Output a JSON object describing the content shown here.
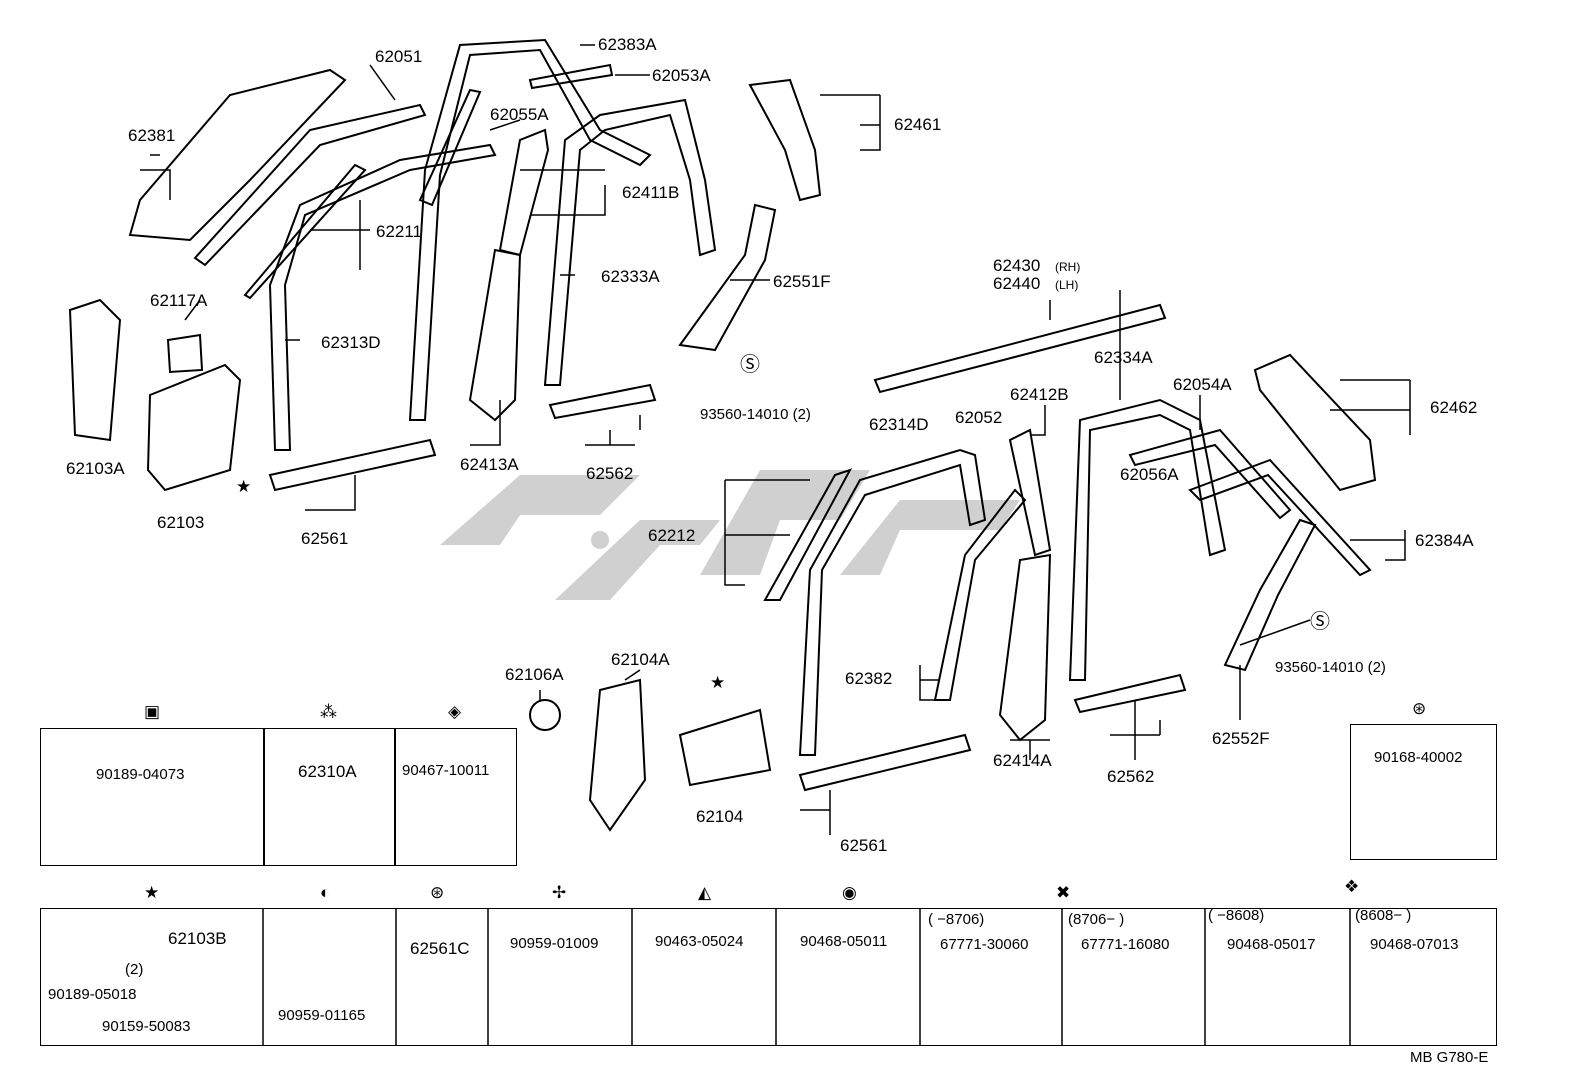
{
  "diagram_id": "MB  G780-E",
  "labels": {
    "p62383A": "62383A",
    "p62053A": "62053A",
    "p62051": "62051",
    "p62381": "62381",
    "p62055A": "62055A",
    "p62411B": "62411B",
    "p62461": "62461",
    "p62211": "62211",
    "p62333A": "62333A",
    "p62551F": "62551F",
    "p62117A": "62117A",
    "p62313D": "62313D",
    "p62430": "62430",
    "p62430_side": "(RH)",
    "p62440": "62440",
    "p62440_side": "(LH)",
    "p62103A": "62103A",
    "p93560_1": "93560-14010 (2)",
    "p62412B": "62412B",
    "p62413A": "62413A",
    "p62562a": "62562",
    "p62334A": "62334A",
    "p62054A": "62054A",
    "p62462": "62462",
    "p62103": "62103",
    "p62314D": "62314D",
    "p62052": "62052",
    "p62561a": "62561",
    "p62056A": "62056A",
    "p62212": "62212",
    "p62384A": "62384A",
    "p62382": "62382",
    "p93560_2": "93560-14010 (2)",
    "p62106A": "62106A",
    "p62104A": "62104A",
    "p62414A": "62414A",
    "p62562b": "62562",
    "p62552F": "62552F",
    "p62104": "62104",
    "p62561b": "62561"
  },
  "legend_top": [
    {
      "part": "90189-04073"
    },
    {
      "part": "62310A"
    },
    {
      "part": "90467-10011"
    }
  ],
  "legend_right": {
    "part": "90168-40002"
  },
  "legend_bottom": [
    {
      "part": "90189-05018",
      "part2": "90159-50083",
      "part3": "62103B",
      "qty": "(2)"
    },
    {
      "part": "90959-01165"
    },
    {
      "part": "62561C"
    },
    {
      "part": "90959-01009"
    },
    {
      "part": "90463-05024"
    },
    {
      "part": "90468-05011"
    },
    {
      "part": "67771-30060",
      "range": "(      −8706)"
    },
    {
      "part": "67771-16080",
      "range": "(8706−         )"
    },
    {
      "part": "90468-05017",
      "range": "(      −8608)"
    },
    {
      "part": "90468-07013",
      "range": "(8608−         )"
    }
  ]
}
